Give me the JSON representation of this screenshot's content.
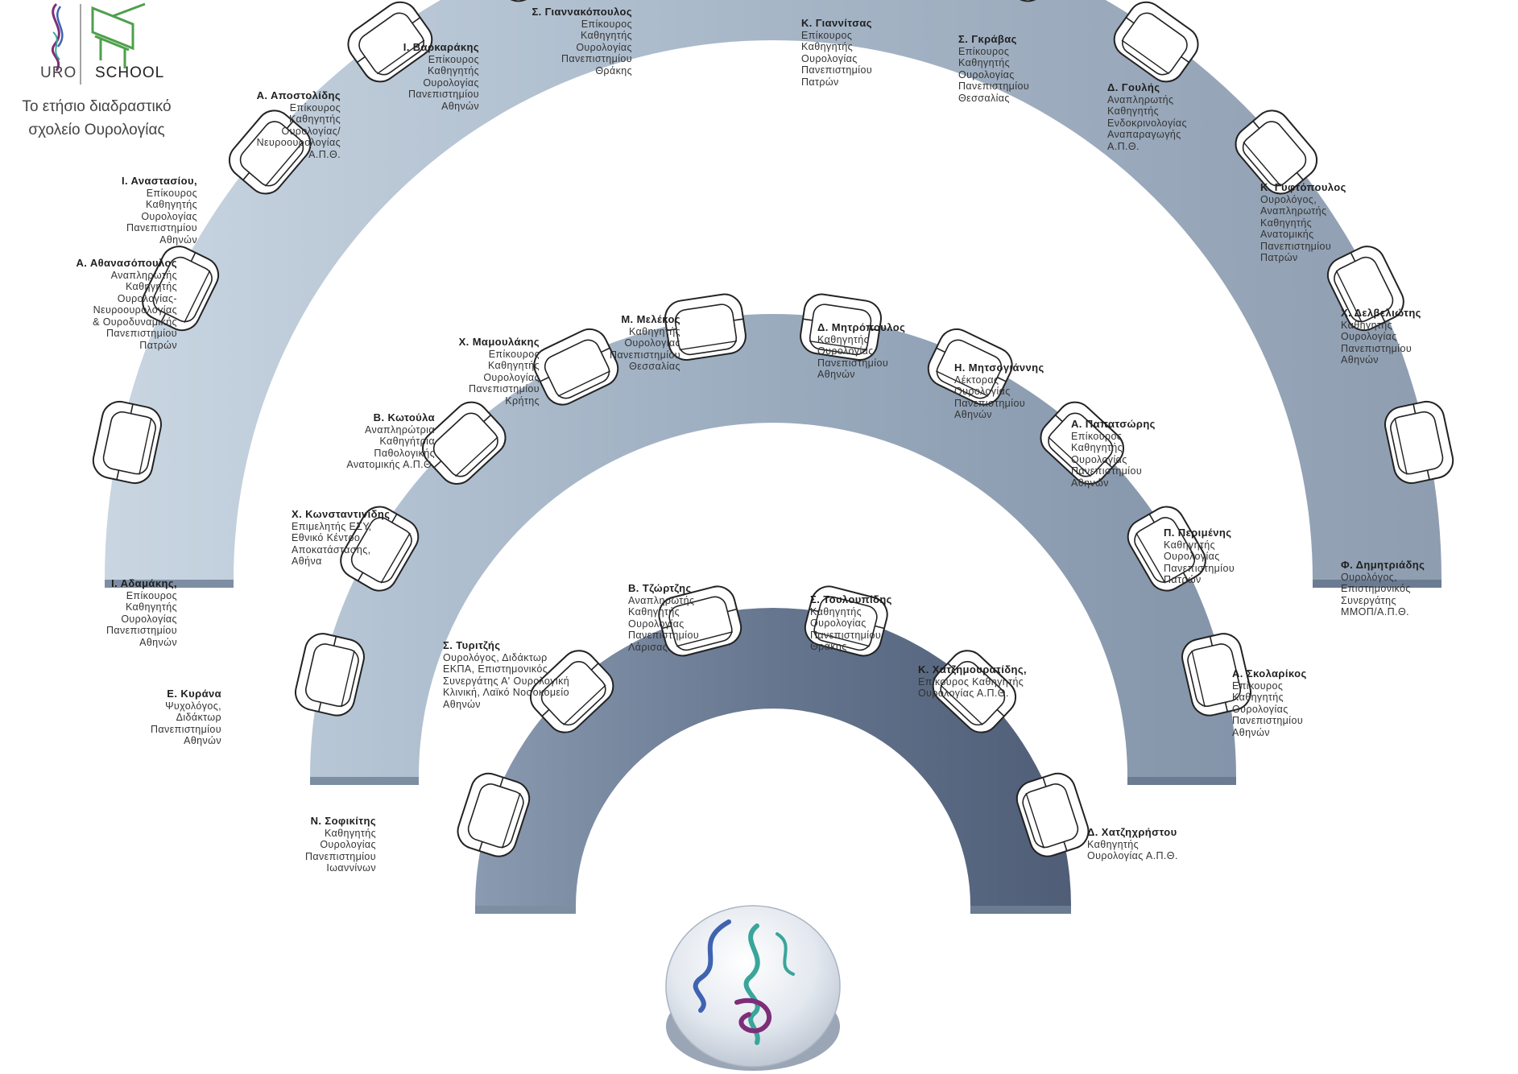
{
  "brand": {
    "uro": "URO",
    "school": "SCHOOL",
    "tagline_1": "Το ετήσιο διαδραστικό",
    "tagline_2": "σχολείο Ουρολογίας"
  },
  "colors": {
    "outer_arc": "#b4c4d3",
    "middle_arc": "#a3b3c4",
    "inner_arc": "#64738e",
    "logo_green": "#4da04a",
    "logo_purple": "#7d2e78",
    "logo_blue": "#3f63b0",
    "logo_teal": "#3aa59a"
  },
  "rows": {
    "outer": [
      {
        "name": "Ι. Αδαμάκης,",
        "lines": [
          "Επίκουρος",
          "Καθηγητής",
          "Ουρολογίας",
          "Πανεπιστημίου",
          "Αθηνών"
        ]
      },
      {
        "name": "Α. Αθανασόπουλος",
        "lines": [
          "Αναπληρωτής",
          "Καθηγητής",
          "Ουρολογίας-",
          "Νευροουρολογίας",
          "& Ουροδυναμικής",
          "Πανεπιστημίου",
          "Πατρών"
        ]
      },
      {
        "name": "Ι. Αναστασίου,",
        "lines": [
          "Επίκουρος",
          "Καθηγητής",
          "Ουρολογίας",
          "Πανεπιστημίου",
          "Αθηνών"
        ]
      },
      {
        "name": "Α. Αποστολίδης",
        "lines": [
          "Επίκουρος",
          "Καθηγητής",
          "Ουρολογίας/",
          "Νευροουρολογίας",
          "Α.Π.Θ."
        ]
      },
      {
        "name": "Ι. Βαρκαράκης",
        "lines": [
          "Επίκουρος",
          "Καθηγητής",
          "Ουρολογίας",
          "Πανεπιστημίου",
          "Αθηνών"
        ]
      },
      {
        "name": "Σ. Γιαννακόπουλος",
        "lines": [
          "Επίκουρος",
          "Καθηγητής",
          "Ουρολογίας",
          "Πανεπιστημίου",
          "Θράκης"
        ]
      },
      {
        "name": "Κ. Γιαννίτσας",
        "lines": [
          "Επίκουρος",
          "Καθηγητής",
          "Ουρολογίας",
          "Πανεπιστημίου",
          "Πατρών"
        ]
      },
      {
        "name": "Σ. Γκράβας",
        "lines": [
          "Επίκουρος",
          "Καθηγητής",
          "Ουρολογίας",
          "Πανεπιστημίου",
          "Θεσσαλίας"
        ]
      },
      {
        "name": "Δ. Γουλής",
        "lines": [
          "Αναπληρωτής",
          "Καθηγητής",
          "Ενδοκρινολογίας",
          "Αναπαραγωγής",
          "Α.Π.Θ."
        ]
      },
      {
        "name": "Κ. Γυφτόπουλος",
        "lines": [
          "Ουρολόγος,",
          "Αναπληρωτής",
          "Καθηγητής",
          "Ανατομικής",
          "Πανεπιστημίου",
          "Πατρών"
        ]
      },
      {
        "name": "Χ. Δελβελιώτης",
        "lines": [
          "Καθηγητής",
          "Ουρολογίας",
          "Πανεπιστημίου",
          "Αθηνών"
        ]
      },
      {
        "name": "Φ. Δημητριάδης",
        "lines": [
          "Ουρολόγος,",
          "Επιστημονικός",
          "Συνεργάτης",
          "ΜΜΟΠ/Α.Π.Θ."
        ]
      }
    ],
    "middle": [
      {
        "name": "Ε. Κυράνα",
        "lines": [
          "Ψυχολόγος,",
          "Διδάκτωρ",
          "Πανεπιστημίου",
          "Αθηνών"
        ]
      },
      {
        "name": "Χ. Κωνσταντινίδης",
        "lines": [
          "Επιμελητής ΕΣΥ,",
          "Εθνικό Κέντρο",
          "Αποκατάστασης,",
          "Αθήνα"
        ]
      },
      {
        "name": "Β. Κωτούλα",
        "lines": [
          "Αναπληρώτρια",
          "Καθηγήτρια",
          "Παθολογικής",
          "Ανατομικής Α.Π.Θ."
        ]
      },
      {
        "name": "Χ. Μαμουλάκης",
        "lines": [
          "Επίκουρος",
          "Καθηγητής",
          "Ουρολογίας",
          "Πανεπιστημίου",
          "Κρήτης"
        ]
      },
      {
        "name": "Μ. Μελέκος",
        "lines": [
          "Καθηγητής",
          "Ουρολογίας",
          "Πανεπιστημίου",
          "Θεσσαλίας"
        ]
      },
      {
        "name": "Δ. Μητρόπουλος",
        "lines": [
          "Καθηγητής",
          "Ουρολογίας",
          "Πανεπιστημίου",
          "Αθηνών"
        ]
      },
      {
        "name": "Η. Μητσογιάννης",
        "lines": [
          "Λέκτορας",
          "Ουρολογίας",
          "Πανεπιστημίου",
          "Αθηνών"
        ]
      },
      {
        "name": "Α. Παπατσώρης",
        "lines": [
          "Επίκουρος",
          "Καθηγητής",
          "Ουρολογίας",
          "Πανεπιστημίου",
          "Αθηνών"
        ]
      },
      {
        "name": "Π. Περιμένης",
        "lines": [
          "Καθηγητής",
          "Ουρολογίας",
          "Πανεπιστημίου",
          "Πατρών"
        ]
      },
      {
        "name": "Α. Σκολαρίκος",
        "lines": [
          "Επίκουρος",
          "Καθηγητής",
          "Ουρολογίας",
          "Πανεπιστημίου",
          "Αθηνών"
        ]
      }
    ],
    "inner": [
      {
        "name": "Ν. Σοφικίτης",
        "lines": [
          "Καθηγητής",
          "Ουρολογίας",
          "Πανεπιστημίου",
          "Ιωαννίνων"
        ]
      },
      {
        "name": "Σ. Τυριτζής",
        "lines": [
          "Ουρολόγος, Διδάκτωρ",
          "ΕΚΠΑ, Επιστημονικός",
          "Συνεργάτης Α' Ουρολογική",
          "Κλινική, Λαϊκό Νοσοκομείο",
          "Αθηνών"
        ]
      },
      {
        "name": "Β. Τζώρτζης",
        "lines": [
          "Αναπληρωτής",
          "Καθηγητής",
          "Ουρολογίας",
          "Πανεπιστημίου",
          "Λάρισας"
        ]
      },
      {
        "name": "Σ. Τουλουπίδης",
        "lines": [
          "Καθηγητής",
          "Ουρολογίας",
          "Πανεπιστημίου",
          "Θράκης"
        ]
      },
      {
        "name": "Κ. Χατζημουρατίδης,",
        "lines": [
          "Επίκουρος Καθηγητής",
          "Ουρολογίας Α.Π.Θ."
        ]
      },
      {
        "name": "Δ. Χατζηχρήστου",
        "lines": [
          "Καθηγητής",
          "Ουρολογίας Α.Π.Θ."
        ]
      }
    ]
  }
}
